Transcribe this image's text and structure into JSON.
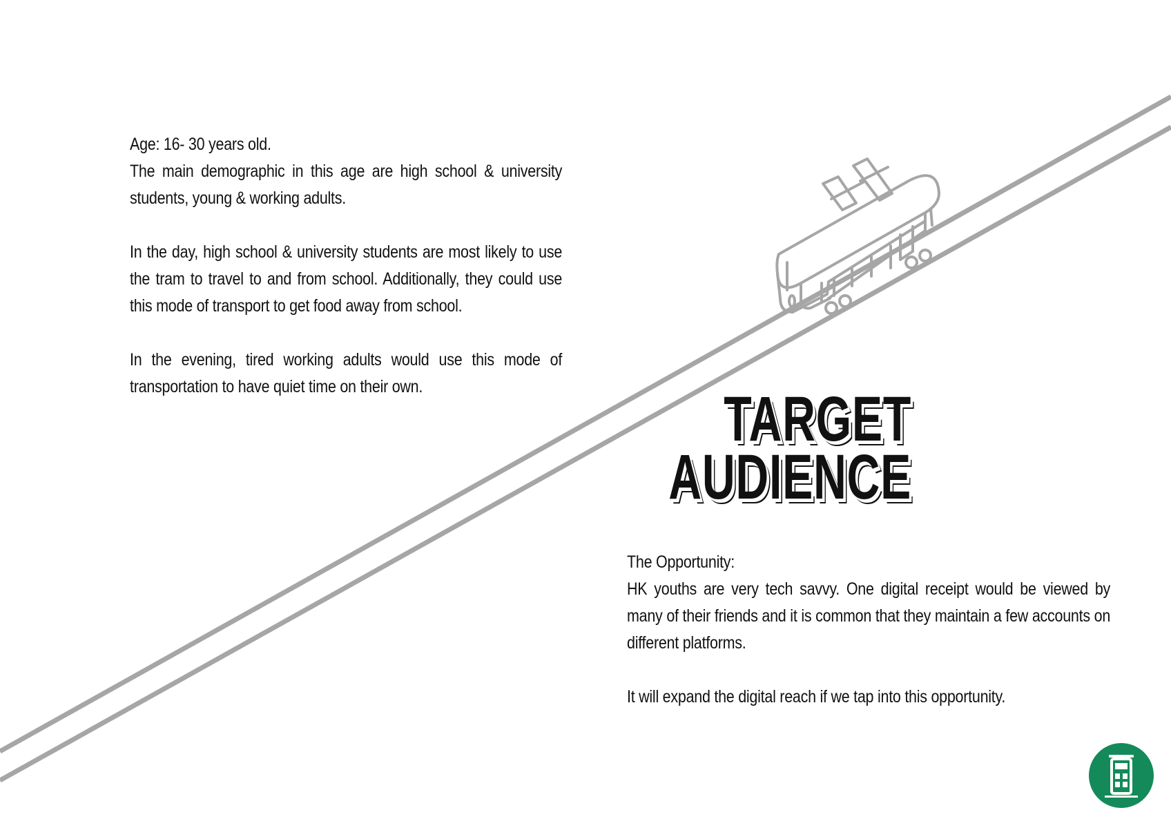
{
  "left_text": {
    "age_line": "Age: 16- 30 years old.",
    "demographic": "The main demographic in this age are high school & university students, young & working adults.",
    "day_usage": "In the day, high school & university students are most likely to use the tram to travel to and from school. Additionally, they could use this mode of transport to get food away from school.",
    "evening_usage": "In the evening, tired working adults would use this mode of transportation to have quiet time on their own."
  },
  "headline": {
    "line1": "TARGET",
    "line2": "AUDIENCE"
  },
  "right_text": {
    "heading": "The Opportunity:",
    "body": "HK youths are very tech savvy. One digital receipt would be viewed by many of their friends and it is common that they maintain a few accounts on different platforms.",
    "closing": "It will expand the digital reach if we tap into this opportunity."
  },
  "colors": {
    "track": "#a6a6a6",
    "tram_outline": "#a6a6a6",
    "text": "#111111",
    "logo_green": "#148a5a"
  },
  "icons": {
    "tram_illustration": "tram-icon",
    "logo": "tram-logo-icon"
  }
}
